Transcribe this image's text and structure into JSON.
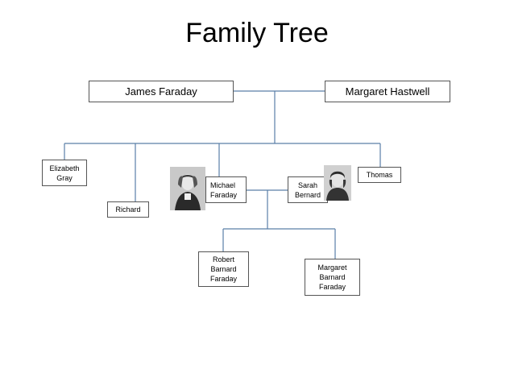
{
  "title": "Family Tree",
  "parents": {
    "father": "James Faraday",
    "mother": "Margaret Hastwell"
  },
  "children": {
    "elizabeth": [
      "Elizabeth",
      "Gray"
    ],
    "richard": "Richard",
    "michael": [
      "Michael",
      "Faraday"
    ],
    "sarah": [
      "Sarah",
      "Bernard"
    ],
    "thomas": "Thomas"
  },
  "grandchildren": {
    "robert": [
      "Robert",
      "Barnard",
      "Faraday"
    ],
    "margaret": [
      "Margaret",
      "Barnard",
      "Faraday"
    ]
  },
  "colors": {
    "line": "#5a7fa8",
    "border": "#555555"
  },
  "icons": {
    "michael_portrait": "portrait-photo",
    "sarah_portrait": "portrait-photo"
  }
}
